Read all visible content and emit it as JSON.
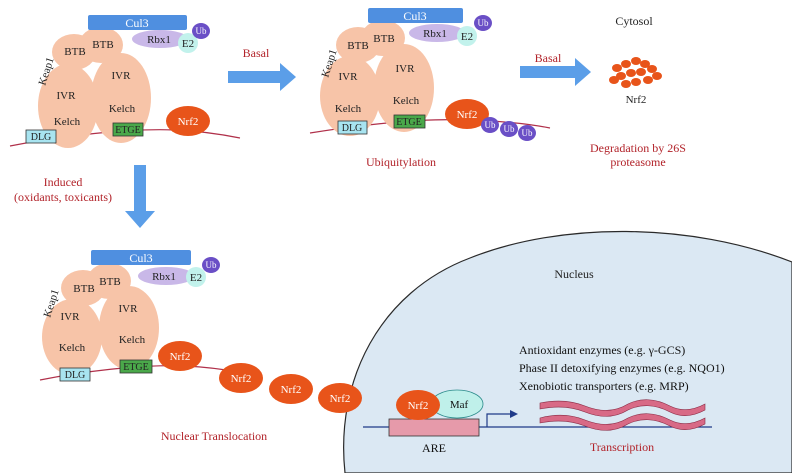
{
  "proteins": {
    "cul3": "Cul3",
    "rbx1": "Rbx1",
    "e2": "E2",
    "ub": "Ub",
    "keap1": "Keap1",
    "btb": "BTB",
    "ivr": "IVR",
    "kelch": "Kelch",
    "dlg": "DLG",
    "etge": "ETGE",
    "nrf2": "Nrf2",
    "maf": "Maf",
    "are": "ARE"
  },
  "labels": {
    "basal1": "Basal",
    "basal2": "Basal",
    "cytosol": "Cytosol",
    "ubiquitylation": "Ubiquitylation",
    "degradation_line1": "Degradation by 26S",
    "degradation_line2": "proteasome",
    "induced_line1": "Induced",
    "induced_line2": "(oxidants, toxicants)",
    "nucleus": "Nucleus",
    "nuclear_translocation": "Nuclear Translocation",
    "transcription": "Transcription"
  },
  "genes": [
    "Antioxidant enzymes (e.g. γ-GCS)",
    "Phase II detoxifying enzymes (e.g. NQO1)",
    "Xenobiotic transporters (e.g. MRP)"
  ],
  "colors": {
    "cul3": "#4f8fe0",
    "rbx1": "#c9b8e8",
    "e2": "#c2f2ec",
    "ub": "#6a4fc6",
    "keap1": "#f7c4a8",
    "nrf2": "#e8541a",
    "dlg": "#a8e4f0",
    "etge": "#4aa84a",
    "maf": "#bff0ea",
    "are": "#e69aaa",
    "arrow": "#5b9ee8",
    "red_text": "#b2232a",
    "nucleus": "#dbe8f3",
    "mrna": "#d86a86"
  }
}
